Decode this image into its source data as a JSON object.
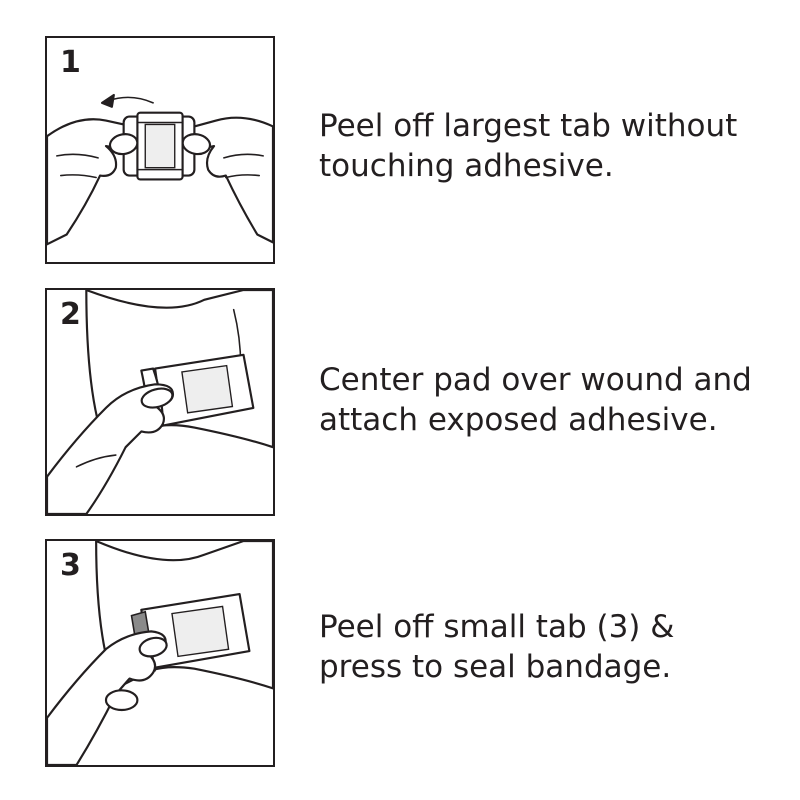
{
  "steps": [
    {
      "number": "1",
      "caption_line1": "Peel off largest tab without",
      "caption_line2": "touching adhesive."
    },
    {
      "number": "2",
      "caption_line1": "Center pad over wound and",
      "caption_line2": "attach exposed adhesive."
    },
    {
      "number": "3",
      "caption_line1": "Peel off small tab (3) &",
      "caption_line2": "press to seal bandage."
    }
  ],
  "colors": {
    "ink": "#231f20",
    "background": "#ffffff",
    "pad": "#eeeeee",
    "tab": "#8a8a8a"
  }
}
